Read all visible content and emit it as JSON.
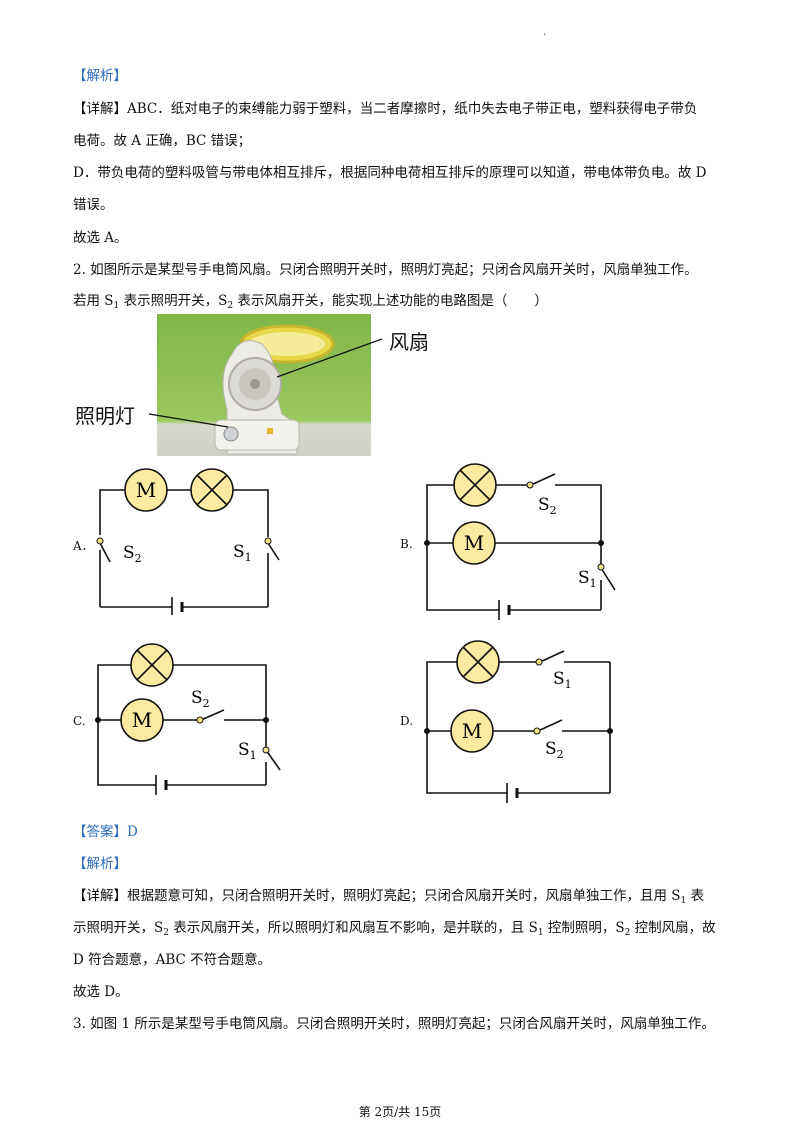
{
  "page_mark": "·",
  "lines": {
    "jiexi1": "【解析】",
    "xiangjie1_a": "【详解】ABC．纸对电子的束缚能力弱于塑料，当二者摩擦时，纸巾失去电子带正电，塑料获得电子带负",
    "xiangjie1_b": "电荷。故 A 正确，BC 错误；",
    "d_a": "D．带负电荷的塑料吸管与带电体相互排斥，根据同种电荷相互排斥的原理可以知道，带电体带负电。故 D",
    "d_b": "错误。",
    "choose1": "故选 A。",
    "q2_a": "2. 如图所示是某型号手电筒风扇。只闭合照明开关时，照明灯亮起；只闭合风扇开关时，风扇单独工作。",
    "q2_b_pre": "若用 S",
    "q2_b_s1": "1",
    "q2_b_mid": " 表示照明开关，S",
    "q2_b_s2": "2",
    "q2_b_post": " 表示风扇开关，能实现上述功能的电路图是（　　）",
    "answer": "【答案】D",
    "jiexi2": "【解析】",
    "xj2_a_pre": "【详解】根据题意可知，只闭合照明开关时，照明灯亮起；只闭合风扇开关时，风扇单独工作，且用 S",
    "xj2_a_s1": "1",
    "xj2_a_post": " 表",
    "xj2_b_pre": "示照明开关，S",
    "xj2_b_s2": "2",
    "xj2_b_mid": " 表示风扇开关，所以照明灯和风扇互不影响，是并联的，且 S",
    "xj2_b_s1": "1",
    "xj2_b_mid2": " 控制照明，S",
    "xj2_b_s2b": "2",
    "xj2_b_post": " 控制风扇，故",
    "xj2_c": "D 符合题意，ABC 不符合题意。",
    "choose2": "故选 D。",
    "q3": "3. 如图 1 所示是某型号手电筒风扇。只闭合照明开关时，照明灯亮起；只闭合风扇开关时，风扇单独工作。"
  },
  "figure": {
    "fan_label": "风扇",
    "light_label": "照明灯"
  },
  "circuits": {
    "motor": "M",
    "s": "S",
    "one": "1",
    "two": "2",
    "opt_a": "A．",
    "opt_b": "B.",
    "opt_c": "C.",
    "opt_d": "D."
  },
  "footer": "第 2页/共 15页",
  "colors": {
    "label_blue": "#2f6fbf",
    "component_fill": "#fbeaa0",
    "switch_contact": "#f3e48a",
    "photo_bg": "#7fb648"
  }
}
